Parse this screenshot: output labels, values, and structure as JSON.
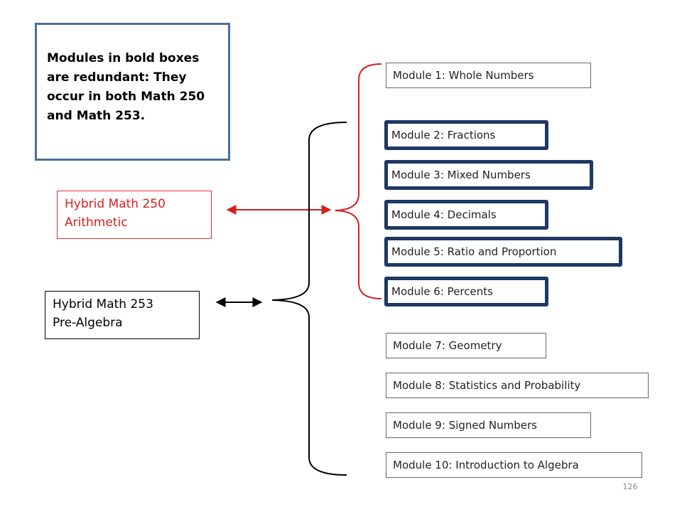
{
  "note": {
    "text": "Modules in bold boxes are redundant: They occur in both Math 250 and Math 253."
  },
  "courses": {
    "math250": {
      "line1": "Hybrid Math 250",
      "line2": "Arithmetic"
    },
    "math253": {
      "line1": "Hybrid Math 253",
      "line2": "Pre-Algebra"
    }
  },
  "modules": [
    {
      "label": "Module 1:  Whole Numbers",
      "bold": false
    },
    {
      "label": "Module 2:  Fractions",
      "bold": true
    },
    {
      "label": "Module 3:  Mixed Numbers",
      "bold": true
    },
    {
      "label": "Module 4:  Decimals",
      "bold": true
    },
    {
      "label": "Module 5:  Ratio and Proportion",
      "bold": true
    },
    {
      "label": "Module 6:  Percents",
      "bold": true
    },
    {
      "label": "Module 7:  Geometry",
      "bold": false
    },
    {
      "label": "Module 8:  Statistics and Probability",
      "bold": false
    },
    {
      "label": "Module 9:  Signed Numbers",
      "bold": false
    },
    {
      "label": "Module 10:  Introduction to Algebra",
      "bold": false
    }
  ],
  "colors": {
    "math250": "#d42020",
    "math253": "#000000",
    "bold_border": "#1f3864",
    "note_border": "#4a6f9c"
  },
  "page_number": "126"
}
